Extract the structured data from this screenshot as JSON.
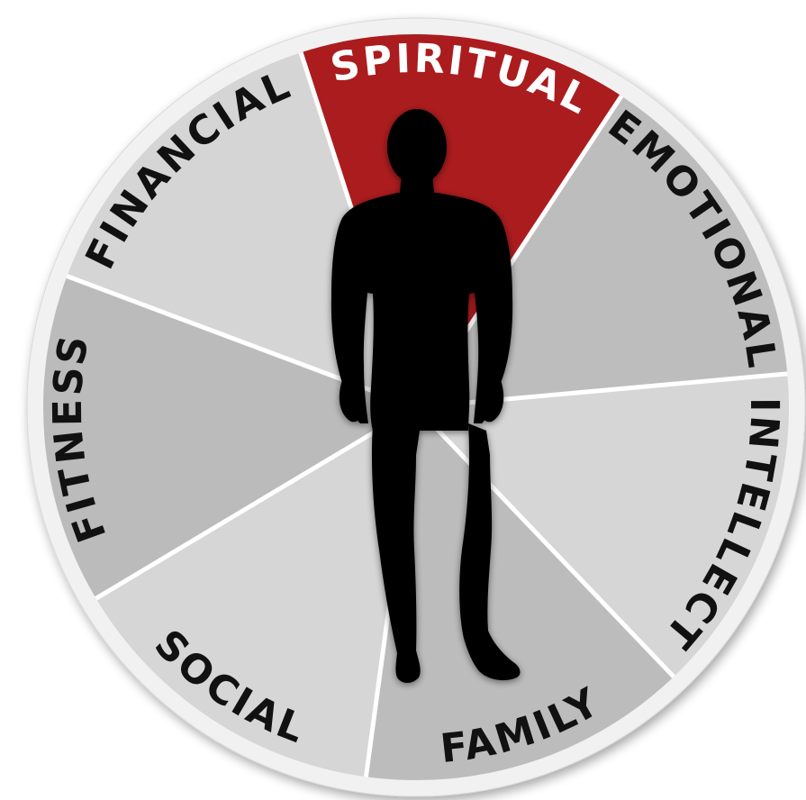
{
  "wheel": {
    "segments": [
      {
        "key": "spiritual",
        "label": "SPIRITUAL",
        "fill": "#ab1c1e",
        "text_color": "#ffffff",
        "highlighted": true
      },
      {
        "key": "emotional",
        "label": "EMOTIONAL",
        "fill": "#bdbdbd",
        "text_color": "#111111",
        "highlighted": false
      },
      {
        "key": "intellect",
        "label": "INTELLECT",
        "fill": "#d6d6d6",
        "text_color": "#111111",
        "highlighted": false
      },
      {
        "key": "family",
        "label": "FAMILY",
        "fill": "#bcbcbc",
        "text_color": "#111111",
        "highlighted": false
      },
      {
        "key": "social",
        "label": "SOCIAL",
        "fill": "#d6d6d6",
        "text_color": "#111111",
        "highlighted": false
      },
      {
        "key": "fitness",
        "label": "FITNESS",
        "fill": "#bbbbbb",
        "text_color": "#111111",
        "highlighted": false
      },
      {
        "key": "financial",
        "label": "FINANCIAL",
        "fill": "#d5d5d5",
        "text_color": "#111111",
        "highlighted": false
      }
    ],
    "outer_ring_color": "#f1f1f1",
    "divider_color": "#ffffff",
    "figure": {
      "icon": "human-silhouette-icon",
      "color": "#000000"
    }
  }
}
